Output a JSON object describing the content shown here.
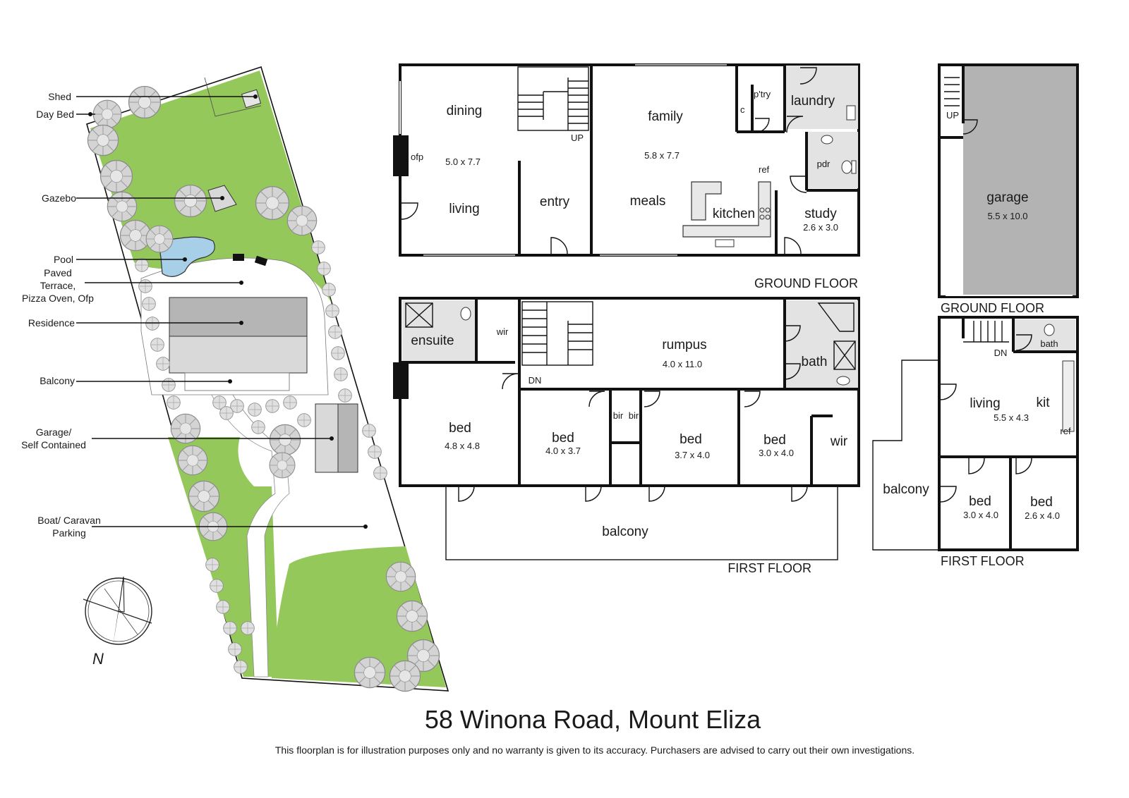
{
  "colors": {
    "lawn": "#95c85a",
    "roof_dark": "#b5b5b5",
    "roof_light": "#d9d9d9",
    "garage_fill": "#b3b3b3",
    "wet_fill": "#e3e3e3",
    "paving": "#ffffff",
    "wall": "#111111",
    "tree": "#cfcfcf"
  },
  "icons": [
    "north-arrow-icon",
    "tree-icon",
    "stairs-icon",
    "door-swing-icon",
    "toilet-icon",
    "shower-icon",
    "fireplace-icon",
    "cooktop-icon"
  ],
  "site_plan": {
    "labels": {
      "shed": "Shed",
      "day_bed": "Day Bed",
      "gazebo": "Gazebo",
      "pool": "Pool",
      "paved_1": "Paved",
      "paved_2": "Terrace,",
      "paved_3": "Pizza Oven, Ofp",
      "residence": "Residence",
      "balcony": "Balcony",
      "garage_1": "Garage/",
      "garage_2": "Self Contained",
      "boat_1": "Boat/ Caravan",
      "boat_2": "Parking"
    },
    "north_label": "N"
  },
  "main_ground": {
    "floor_label": "GROUND FLOOR",
    "rooms": {
      "dining": "dining",
      "dining_dim": "5.0 x 7.7",
      "ofp": "ofp",
      "living": "living",
      "entry": "entry",
      "up": "UP",
      "family": "family",
      "family_dim": "5.8 x 7.7",
      "meals": "meals",
      "kitchen": "kitchen",
      "ref": "ref",
      "c": "c",
      "pantry": "p'try",
      "laundry": "laundry",
      "pdr": "pdr",
      "study": "study",
      "study_dim": "2.6 x 3.0"
    }
  },
  "main_first": {
    "floor_label": "FIRST FLOOR",
    "rooms": {
      "ensuite": "ensuite",
      "wir": "wir",
      "dn": "DN",
      "rumpus": "rumpus",
      "rumpus_dim": "4.0 x 11.0",
      "bath": "bath",
      "bed1": "bed",
      "bed1_dim": "4.8 x 4.8",
      "bed2": "bed",
      "bed2_dim": "4.0 x 3.7",
      "bir1": "bir",
      "bir2": "bir",
      "bed3": "bed",
      "bed3_dim": "3.7 x 4.0",
      "bed4": "bed",
      "bed4_dim": "3.0 x 4.0",
      "wir2": "wir",
      "balcony": "balcony"
    }
  },
  "garage_ground": {
    "floor_label": "GROUND FLOOR",
    "garage": "garage",
    "garage_dim": "5.5 x 10.0",
    "up": "UP"
  },
  "garage_first": {
    "floor_label": "FIRST FLOOR",
    "dn": "DN",
    "bath": "bath",
    "living": "living",
    "living_dim": "5.5 x 4.3",
    "kit": "kit",
    "ref": "ref",
    "balcony": "balcony",
    "bed1": "bed",
    "bed1_dim": "3.0 x 4.0",
    "bed2": "bed",
    "bed2_dim": "2.6 x 4.0"
  },
  "footer": {
    "title": "58 Winona Road, Mount Eliza",
    "disclaimer": "This floorplan is for illustration purposes only and no warranty is given to its accuracy. Purchasers are advised to carry out their own investigations."
  }
}
